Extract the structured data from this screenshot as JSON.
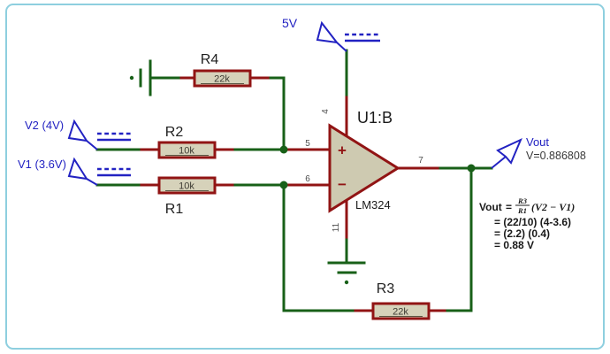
{
  "palette": {
    "wire_green": "#186018",
    "lead_red": "#911414",
    "component_fill": "#d6d2ba",
    "probe_blue": "#2222c2",
    "frame_blue": "#8ecfdf",
    "text_dark": "#1a1a1a"
  },
  "sources": {
    "v5": {
      "label": "5V"
    },
    "v2": {
      "label": "V2 (4V)"
    },
    "v1": {
      "label": "V1 (3.6V)"
    }
  },
  "opamp": {
    "ref": "U1:B",
    "part": "LM324",
    "plus_sign": "+",
    "minus_sign": "−",
    "pins": {
      "vcc": "4",
      "inp": "5",
      "inn": "6",
      "out": "7",
      "gnd": "11"
    }
  },
  "resistors": {
    "r1": {
      "ref": "R1",
      "value": "10k"
    },
    "r2": {
      "ref": "R2",
      "value": "10k"
    },
    "r3": {
      "ref": "R3",
      "value": "22k"
    },
    "r4": {
      "ref": "R4",
      "value": "22k"
    }
  },
  "probe": {
    "label": "Vout",
    "reading": "V=0.886808"
  },
  "formula": {
    "lhs": "Vout",
    "eq1": "=",
    "frac_num": "R3",
    "frac_den": "R1",
    "term1": "(V2 − V1)",
    "line2": "= (22/10) (4-3.6)",
    "line3": "= (2.2) (0.4)",
    "line4": "= 0.88 V"
  }
}
